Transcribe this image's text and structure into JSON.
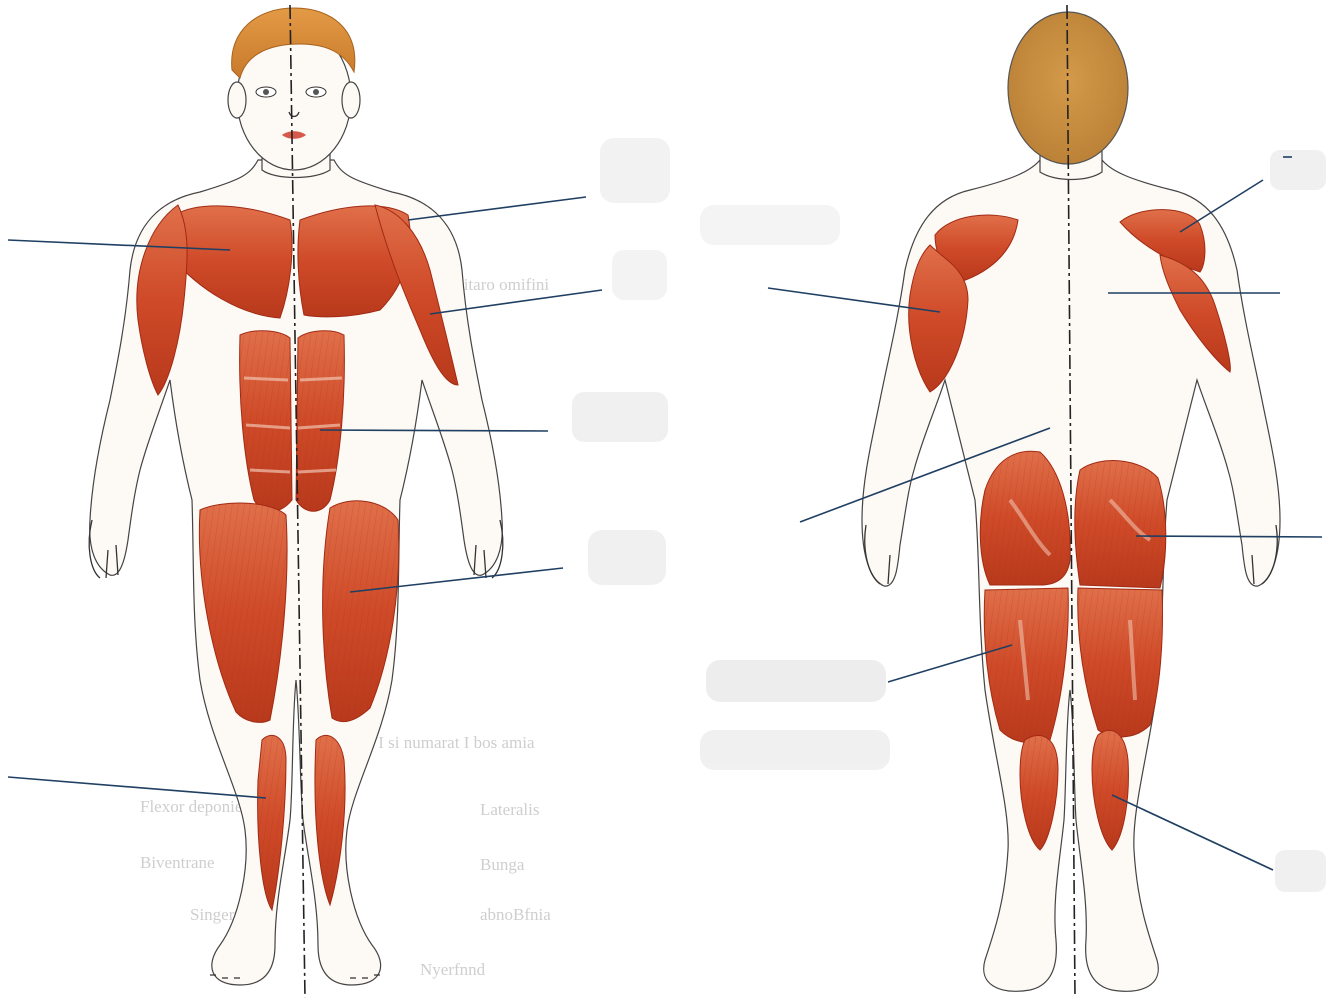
{
  "figure": {
    "front_view": {
      "label_blanks": 7
    },
    "back_view": {
      "label_blanks": 7
    },
    "colors": {
      "muscle": "#d4552f",
      "muscle_dark": "#a12a14",
      "hair_front": "#d98a3a",
      "hair_back": "#c99040",
      "leader_line": "#1f3f63",
      "outline": "#333333",
      "bleed_through_text": "#c9c9c9"
    }
  },
  "bleed_through_text": {
    "line_1": "Ilustrul Muiec Inditaro omifini",
    "line_2": "boon I si numarat I bos amia",
    "word_1": "Lateralis",
    "word_2": "Flexor deponie",
    "word_3": "Bunga",
    "word_4": "Biventrane",
    "word_5": "abnoBfnia",
    "word_6": "Singer",
    "word_7": "Nyerfnnd"
  }
}
